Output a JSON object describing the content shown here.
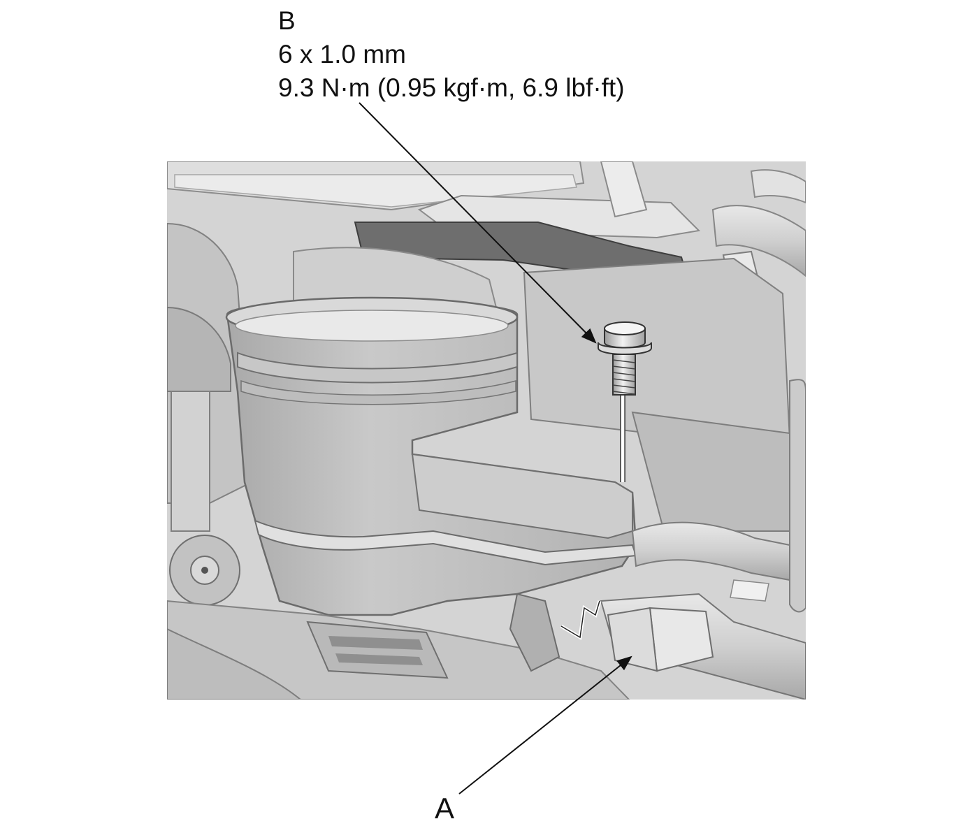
{
  "callouts": {
    "b": {
      "letter": "B",
      "size": "6 x 1.0 mm",
      "torque": "9.3 N·m (0.95 kgf·m, 6.9 lbf·ft)"
    },
    "a": {
      "letter": "A"
    }
  },
  "colors": {
    "ink": "#111111",
    "background": "#ffffff",
    "panel": "#d6d6d6"
  },
  "icons": {
    "bolt": "hex-flange-bolt-icon",
    "arrow": "leader-arrow"
  }
}
